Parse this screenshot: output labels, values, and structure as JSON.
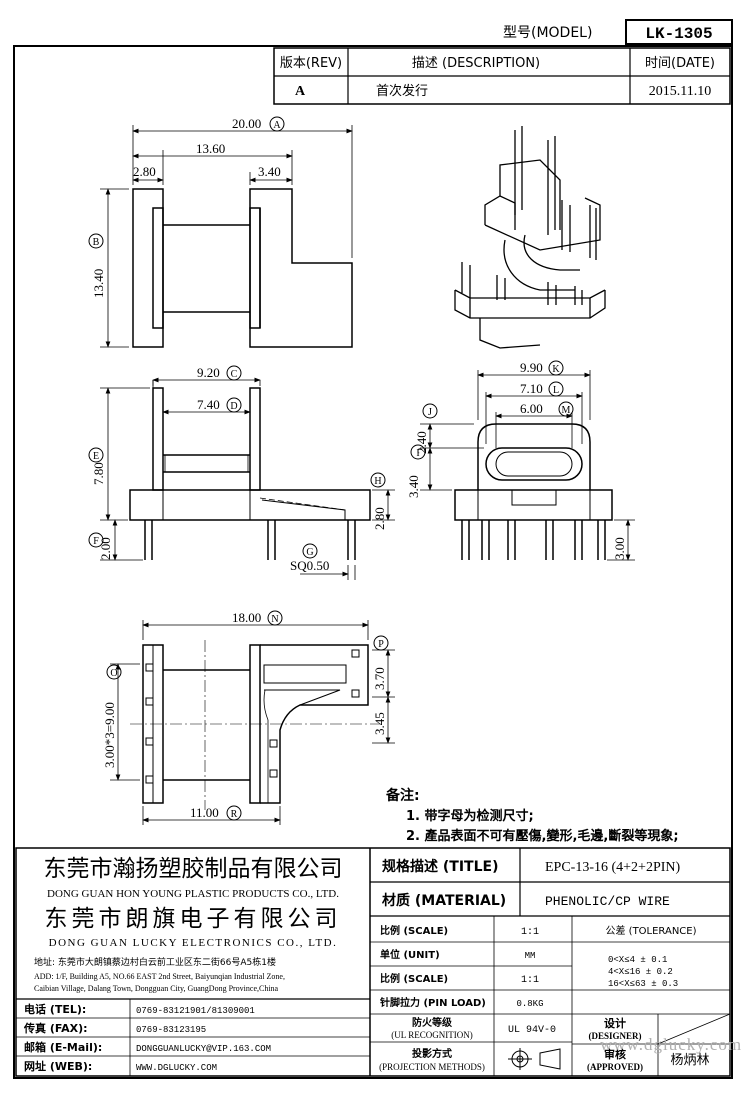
{
  "header": {
    "model_label": "型号(MODEL)",
    "model_value": "LK-1305",
    "rev_col": "版本(REV)",
    "desc_col": "描述 (DESCRIPTION)",
    "date_col": "时间(DATE)",
    "rev_value": "A",
    "desc_value": "首次发行",
    "date_value": "2015.11.10"
  },
  "dims": {
    "top_width": "20.00",
    "top_width_tag": "A",
    "top_inner": "13.60",
    "top_left": "2.80",
    "top_right": "3.40",
    "top_height": "13.40",
    "top_height_tag": "B",
    "front_c": "9.20",
    "front_c_tag": "C",
    "front_d": "7.40",
    "front_d_tag": "D",
    "front_e": "7.80",
    "front_e_tag": "E",
    "front_h": "2.80",
    "front_h_tag": "H",
    "front_f": "2.00",
    "front_f_tag": "F",
    "pin_g_tag": "G",
    "pin_g": "SQ0.50",
    "side_k": "9.90",
    "side_k_tag": "K",
    "side_l": "7.10",
    "side_l_tag": "L",
    "side_m": "6.00",
    "side_m_tag": "M",
    "side_j": "2.40",
    "side_j_tag": "J",
    "side_i": "3.40",
    "side_i_tag": "I",
    "side_pin": "3.00",
    "bottom_n": "18.00",
    "bottom_n_tag": "N",
    "bottom_p_tag": "P",
    "bottom_r1": "3.70",
    "bottom_r2": "3.45",
    "bottom_o": "3.00*3=9.00",
    "bottom_o_tag": "O",
    "bottom_q": "11.00",
    "bottom_q_tag": "R"
  },
  "notes": {
    "title": "备注:",
    "line1": "1. 带字母为检测尺寸;",
    "line2": "2. 產品表面不可有壓傷,變形,毛邊,斷裂等現象;"
  },
  "company": {
    "cn1": "东莞市瀚扬塑胶制品有限公司",
    "en1": "DONG GUAN HON YOUNG PLASTIC PRODUCTS CO., LTD.",
    "cn2": "东莞市朗旗电子有限公司",
    "en2": "DONG GUAN LUCKY ELECTRONICS CO., LTD.",
    "addr_cn": "地址: 东莞市大朗镇蔡边村白云前工业区东二街66号A5栋1楼",
    "addr_en1": "ADD: 1/F, Building A5, NO.66 EAST 2nd Street, Baiyunqian Industrial Zone,",
    "addr_en2": "Caibian Village, Dalang Town, Dongguan City, GuangDong Province,China"
  },
  "contacts": [
    {
      "label": "电话 (TEL):",
      "value": "0769-83121901/81309001"
    },
    {
      "label": "传真 (FAX):",
      "value": "0769-83123195"
    },
    {
      "label": "邮箱 (E-Mail):",
      "value": "DONGGUANLUCKY@VIP.163.COM"
    },
    {
      "label": "网址 (WEB):",
      "value": "WWW.DGLUCKY.COM"
    }
  ],
  "spec": {
    "title_label": "规格描述 (TITLE)",
    "title_value": "EPC-13-16 (4+2+2PIN)",
    "material_label": "材质 (MATERIAL)",
    "material_value": "PHENOLIC/CP WIRE",
    "scale_label": "比例 (SCALE)",
    "scale_value": "1:1",
    "tol_label": "公差 (TOLERANCE)",
    "unit_label": "单位 (UNIT)",
    "unit_value": "MM",
    "scale2_label": "比例 (SCALE)",
    "scale2_value": "1:1",
    "pin_label": "针脚拉力 (PIN LOAD)",
    "pin_value": "0.8KG",
    "ul_label1": "防火等级",
    "ul_label2": "(UL RECOGNITION)",
    "ul_value": "UL 94V-0",
    "proj_label1": "投影方式",
    "proj_label2": "(PROJECTION METHODS)",
    "tol1": "0<X≤4    ± 0.1",
    "tol2": "4<X≤16   ± 0.2",
    "tol3": "16<X≤63  ± 0.3",
    "designer1": "设计",
    "designer2": "(DESIGNER)",
    "approved1": "审核",
    "approved2": "(APPROVED)",
    "approver": "杨炳林",
    "watermark": "www.dglucky.com"
  }
}
